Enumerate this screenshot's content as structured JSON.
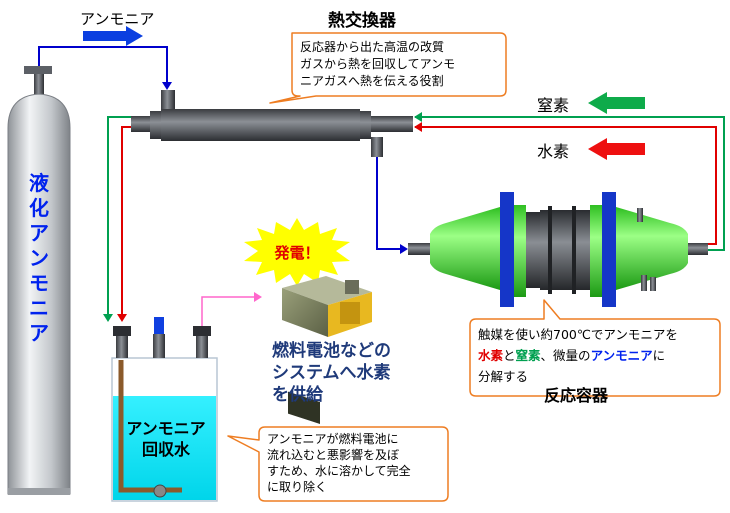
{
  "labels": {
    "ammonia_flow": "アンモニア",
    "heat_exchanger": "熱交換器",
    "nitrogen": "窒素",
    "hydrogen": "水素",
    "cylinder": "液化アンモニア",
    "reactor": "反応容器",
    "recovery_water_1": "アンモニア",
    "recovery_water_2": "回収水",
    "power": "発電！",
    "fuel_cell_1": "燃料電池などの",
    "fuel_cell_2": "システムへ水素",
    "fuel_cell_3": "を供給"
  },
  "callouts": {
    "heat_exchanger": [
      "反応器から出た高温の改質",
      "ガスから熱を回収してアンモ",
      "ニアガスへ熱を伝える役割"
    ],
    "reactor": {
      "line1": "触媒を使い約700℃でアンモニアを",
      "h2": "水素",
      "to": "と",
      "n2": "窒素",
      "mid": "、微量の",
      "nh3": "アンモニア",
      "ni": "に",
      "line3": "分解する"
    },
    "water": [
      "アンモニアが燃料電池に",
      "流れ込むと悪影響を及ぼ",
      "すため、水に溶かして完全",
      "に取り除く"
    ]
  },
  "colors": {
    "ammonia": "#0000cc",
    "hydrogen": "#e00000",
    "nitrogen": "#00a050",
    "callout_border": "#ee7d22",
    "water": "#00e5f5",
    "reactor": "#44ee33",
    "pink_line": "#ff66cc"
  }
}
